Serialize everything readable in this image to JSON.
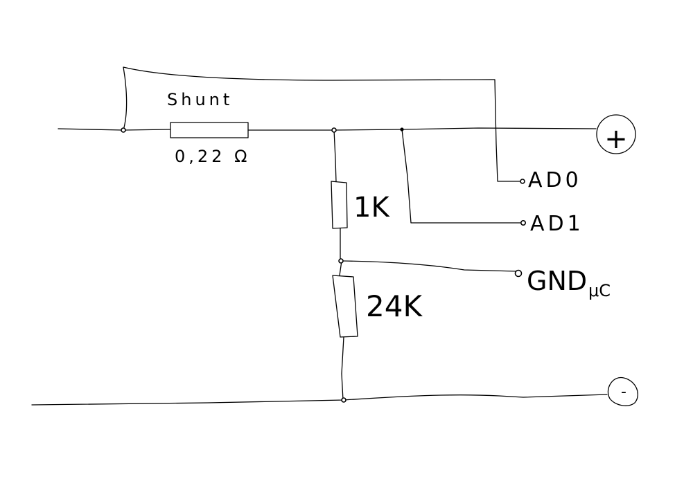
{
  "diagram": {
    "shunt_label": "Shunt",
    "shunt_value": "0,22 Ω",
    "r1_label": "1K",
    "r2_label": "24K",
    "pin_ad0": "AD0",
    "pin_ad1": "AD1",
    "pin_gnd": "GND",
    "pin_gnd_sub": "μC",
    "terminal_plus": "+",
    "terminal_minus": "-"
  }
}
